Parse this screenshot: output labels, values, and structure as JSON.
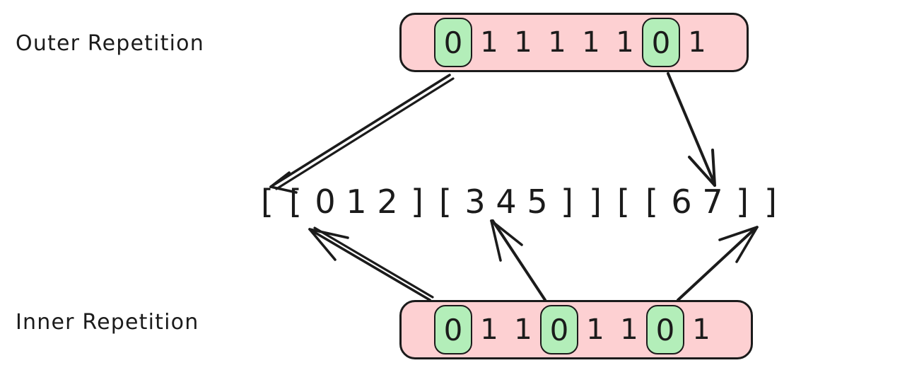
{
  "labels": {
    "outer": "Outer Repetition",
    "inner": "Inner Repetition"
  },
  "colors": {
    "strip_fill": "#fdd0d2",
    "highlight_fill": "#b3eeb9",
    "ink": "#1b1b1b",
    "background": "#ffffff"
  },
  "outer_strip": {
    "name": "outer-repetition-bitstring",
    "bits": [
      {
        "value": "0",
        "highlighted": true
      },
      {
        "value": "1",
        "highlighted": false
      },
      {
        "value": "1",
        "highlighted": false
      },
      {
        "value": "1",
        "highlighted": false
      },
      {
        "value": "1",
        "highlighted": false
      },
      {
        "value": "1",
        "highlighted": false
      },
      {
        "value": "0",
        "highlighted": true
      },
      {
        "value": "1",
        "highlighted": false
      }
    ]
  },
  "inner_strip": {
    "name": "inner-repetition-bitstring",
    "bits": [
      {
        "value": "0",
        "highlighted": true
      },
      {
        "value": "1",
        "highlighted": false
      },
      {
        "value": "1",
        "highlighted": false
      },
      {
        "value": "0",
        "highlighted": true
      },
      {
        "value": "1",
        "highlighted": false
      },
      {
        "value": "1",
        "highlighted": false
      },
      {
        "value": "0",
        "highlighted": true
      },
      {
        "value": "1",
        "highlighted": false
      }
    ]
  },
  "nested_list": {
    "name": "nested-list-expression",
    "text": "[ [ 0 1 2 ] [ 3 4 5 ] ] [ [ 6 7 ] ]",
    "tokens": [
      "[",
      "[",
      "0",
      "1",
      "2",
      "]",
      "[",
      "3",
      "4",
      "5",
      "]",
      "]",
      "[",
      "[",
      "6",
      "7",
      "]",
      "]"
    ]
  },
  "arrows": [
    {
      "name": "arrow-outer-first-zero-to-outer-open-bracket",
      "from": "outer_strip.bits.0",
      "to": "nested_list.tokens.0"
    },
    {
      "name": "arrow-outer-second-zero-to-second-group-open-bracket",
      "from": "outer_strip.bits.6",
      "to": "nested_list.tokens.12"
    },
    {
      "name": "arrow-inner-first-zero-to-first-inner-open-bracket",
      "from": "inner_strip.bits.0",
      "to": "nested_list.tokens.1"
    },
    {
      "name": "arrow-inner-second-zero-to-second-inner-open-bracket",
      "from": "inner_strip.bits.3",
      "to": "nested_list.tokens.6"
    },
    {
      "name": "arrow-inner-third-zero-to-third-inner-open-bracket",
      "from": "inner_strip.bits.6",
      "to": "nested_list.tokens.13"
    }
  ]
}
